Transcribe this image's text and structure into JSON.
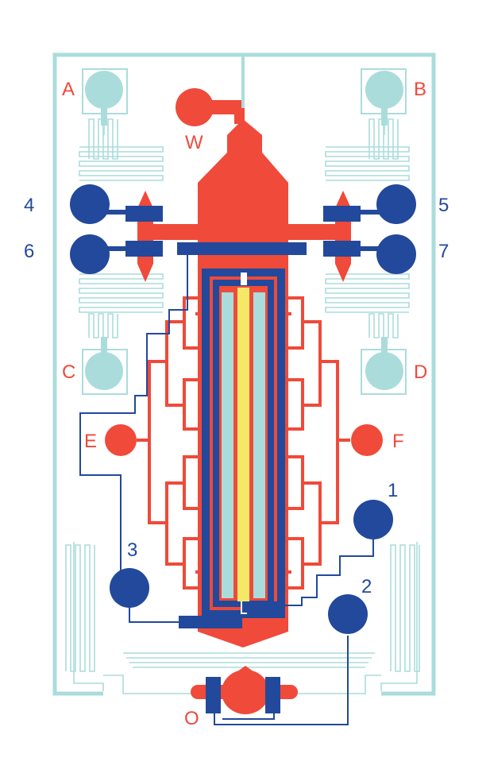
{
  "colors": {
    "teal": "#abdcdc",
    "red": "#ef4a3a",
    "blue": "#22499b",
    "yellow": "#f6e867",
    "background": "#ffffff"
  },
  "labels": {
    "reservoir_a": "A",
    "reservoir_b": "B",
    "reservoir_c": "C",
    "reservoir_d": "D",
    "port_e": "E",
    "port_f": "F",
    "port_w": "W",
    "port_o": "O",
    "electrode_1": "1",
    "electrode_2": "2",
    "electrode_3": "3",
    "electrode_4": "4",
    "electrode_5": "5",
    "electrode_6": "6",
    "electrode_7": "7"
  }
}
